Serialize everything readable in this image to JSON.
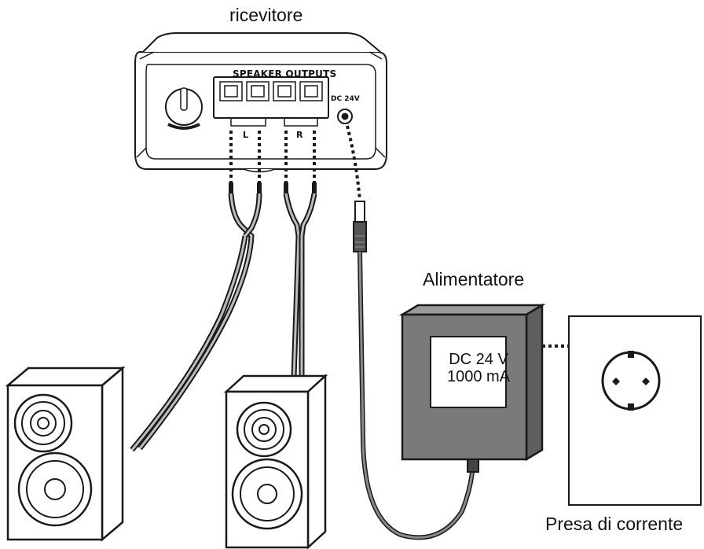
{
  "labels": {
    "receiver": "ricevitore",
    "speaker_outputs": "SPEAKER OUTPUTS",
    "dc_input": "DC 24V",
    "left_channel": "L",
    "right_channel": "R",
    "power_adapter": "Alimentatore",
    "adapter_spec_voltage": "DC 24 V",
    "adapter_spec_current": "1000 mA",
    "power_outlet": "Presa di corrente"
  },
  "icons": [
    "receiver-icon",
    "volume-knob-icon",
    "speaker-icon",
    "power-adapter-icon",
    "wall-socket-icon",
    "dc-plug-icon"
  ],
  "colors": {
    "stroke": "#1a1a1a",
    "fill": "#ffffff",
    "adapter_fill": "#7a7a7a",
    "cable": "#6a6a6a"
  }
}
